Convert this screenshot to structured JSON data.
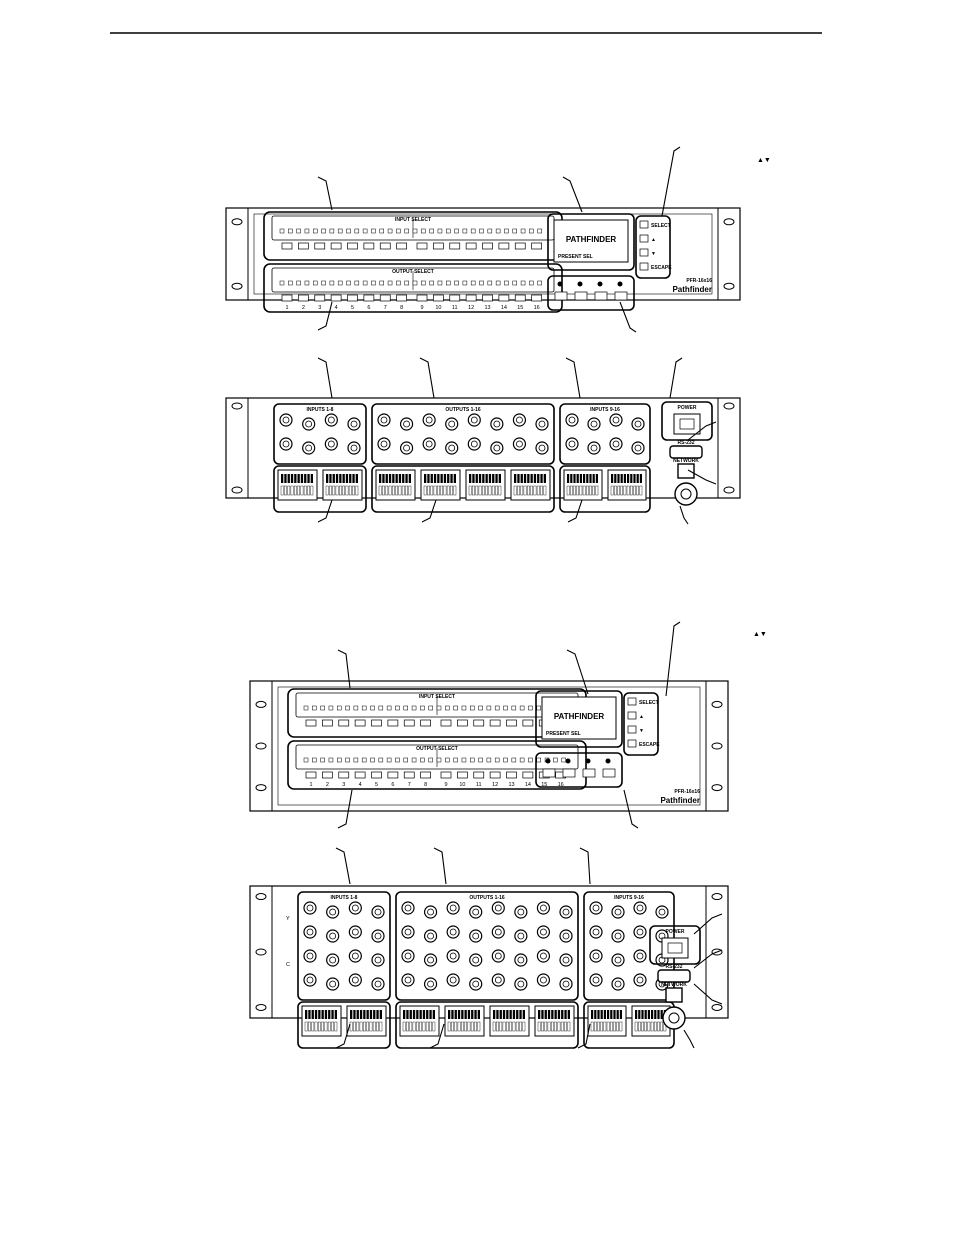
{
  "brand": "Pathfinder",
  "arrow_glyphs": "▲▼",
  "front": {
    "input_select_label": "INPUT SELECT",
    "output_select_label": "OUTPUT SELECT",
    "display_text": "PATHFINDER",
    "display_sub": "PRESENT SEL",
    "menu_buttons": [
      "SELECT",
      "▲",
      "▼",
      "ESCAPE"
    ],
    "model_2ru": "PFR-16x16",
    "model_3ru": "PFR-16x16",
    "button_numbers": [
      "1",
      "2",
      "3",
      "4",
      "5",
      "6",
      "7",
      "8",
      "9",
      "10",
      "11",
      "12",
      "13",
      "14",
      "15",
      "16"
    ]
  },
  "rear": {
    "inputs_a_label": "INPUTS 1-8",
    "outputs_label": "OUTPUTS 1-16",
    "inputs_b_label": "INPUTS 9-16",
    "power_label": "POWER",
    "serial_label": "RS-232",
    "network_label": "NETWORK",
    "row_labels_3ru": [
      "Y",
      "C"
    ]
  }
}
